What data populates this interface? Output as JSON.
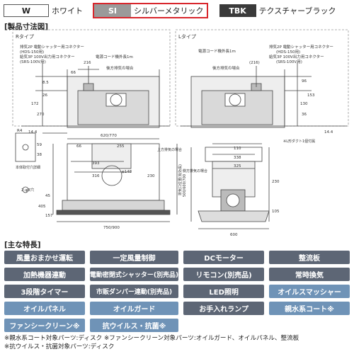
{
  "colors": {
    "items": [
      {
        "code": "W",
        "name": "ホワイト"
      },
      {
        "code": "SI",
        "name": "シルバーメタリック"
      },
      {
        "code": "TBK",
        "name": "テクスチャーブラック"
      }
    ],
    "selected": "SI",
    "accent": "#d8262c"
  },
  "dimension_title": "[製品寸法図]",
  "drawing": {
    "r_type": "Rタイプ",
    "l_type": "Lタイプ",
    "r_labels": {
      "shutter": "排気2P 電動シャッター用コネクター",
      "hds": "(HDS-150用)",
      "power3p": "給気3P 100V出力用コネクター",
      "srs": "(SRS-100V用)",
      "cord": "電源コード機外長1m",
      "rear": "後方排気の場合"
    },
    "l_labels": {
      "cord": "電源コード機外長1m",
      "shutter": "排気2P 電動シャッター用コネクター",
      "hds": "(HDS-150用)",
      "power3p": "給気3P 100V出力用コネクター",
      "srs": "(SRS-100V用)",
      "rear": "後方排気の場合"
    },
    "dims_top": [
      "216",
      "(216)",
      "66",
      "14.4",
      "14.4",
      "172",
      "130",
      "153",
      "270",
      "8.5",
      "26",
      "96",
      "36"
    ],
    "dims_front": [
      "620/770",
      "66",
      "255",
      "393",
      "316",
      "2-φ8穴",
      "φ148",
      "230",
      "750/900",
      "R4",
      "59",
      "38",
      "45",
      "405",
      "157"
    ],
    "front_labels": {
      "hole": "本体取付穴詳細",
      "side_exhaust": "上方排気の場合",
      "height_note": "排気口位置(有効長)",
      "l_duct": "※L形ダクト1個付属",
      "side_note": "側方排気の場合",
      "range": "500/600/700"
    },
    "dims_side": [
      "110",
      "338",
      "325",
      "230",
      "105",
      "600"
    ]
  },
  "features_title": "[主な特長]",
  "features": [
    {
      "label": "風量おまかせ運転",
      "style": "dark"
    },
    {
      "label": "一定風量制御",
      "style": "dark"
    },
    {
      "label": "DCモーター",
      "style": "dark"
    },
    {
      "label": "整流板",
      "style": "dark"
    },
    {
      "label": "加熱機器連動",
      "style": "dark"
    },
    {
      "label": "電動密閉式シャッター(別売品)",
      "style": "dark"
    },
    {
      "label": "リモコン(別売品)",
      "style": "dark"
    },
    {
      "label": "常時換気",
      "style": "dark"
    },
    {
      "label": "3段階タイマー",
      "style": "dark"
    },
    {
      "label": "市販ダンパー連動(別売品)",
      "style": "dark"
    },
    {
      "label": "LED照明",
      "style": "dark"
    },
    {
      "label": "オイルスマッシャー",
      "style": "blue"
    },
    {
      "label": "オイルパネル",
      "style": "blue"
    },
    {
      "label": "オイルガード",
      "style": "blue"
    },
    {
      "label": "お手入れランプ",
      "style": "dark"
    },
    {
      "label": "親水系コート※",
      "style": "blue"
    },
    {
      "label": "ファンシークリーン※",
      "style": "blue"
    },
    {
      "label": "抗ウイルス・抗菌※",
      "style": "blue"
    }
  ],
  "notes": [
    "※親水系コート対象パーツ:ディスク ※ファンシークリーン対象パーツ:オイルガード、オイルパネル、整流板",
    "※抗ウイルス・抗菌対象パーツ:ディスク"
  ]
}
